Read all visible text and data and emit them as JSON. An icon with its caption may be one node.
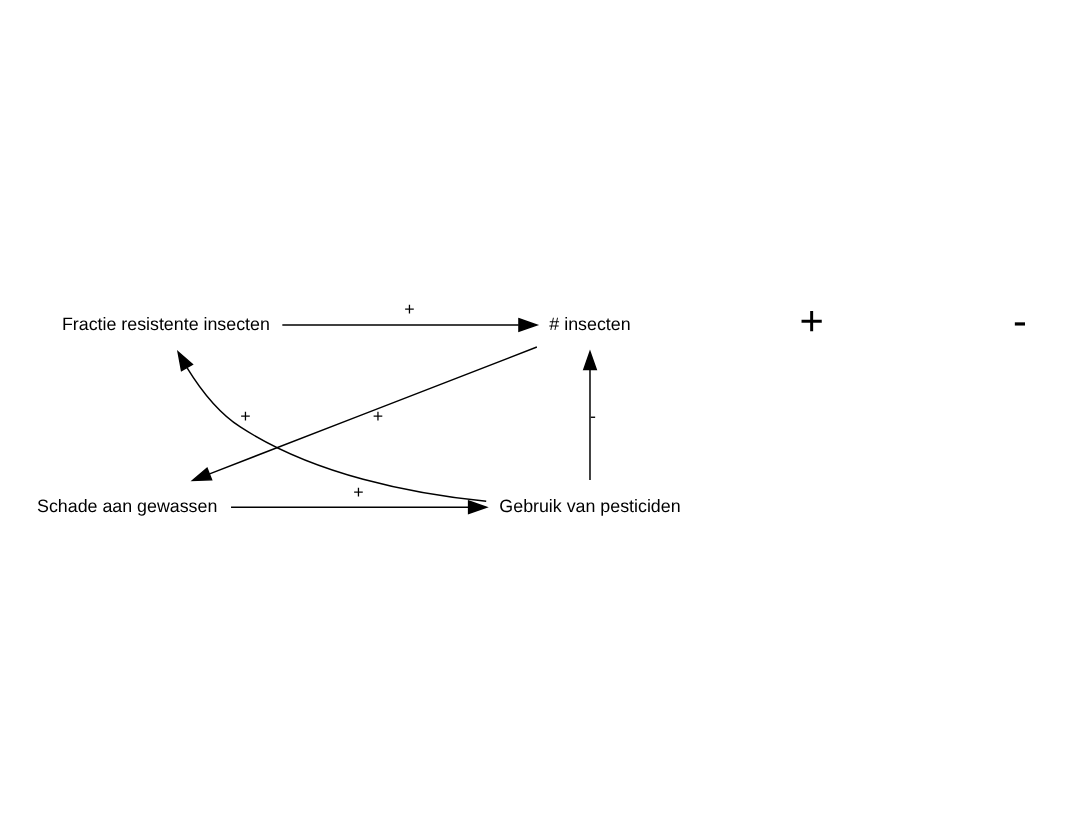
{
  "diagram": {
    "nodes": [
      {
        "text": [
          "# insecten"
        ]
      },
      {
        "text": [
          "Fractie resistente insecten"
        ]
      },
      {
        "text": [
          "Schade aan gewassen"
        ]
      },
      {
        "text": [
          "Gebruik van pesticiden"
        ]
      }
    ],
    "edges": [
      {
        "from": 1,
        "to": 0,
        "arrow": "to",
        "label": "+"
      },
      {
        "from": 3,
        "to": 0,
        "arrow": "to",
        "label": "-"
      },
      {
        "from": 3,
        "to": 1,
        "arrow": "to",
        "label": "+"
      },
      {
        "from": 0,
        "to": 2,
        "arrow": "to",
        "label": "+"
      },
      {
        "from": 2,
        "to": 3,
        "arrow": "to",
        "label": "+"
      }
    ],
    "labels": [
      "+",
      "-"
    ]
  }
}
